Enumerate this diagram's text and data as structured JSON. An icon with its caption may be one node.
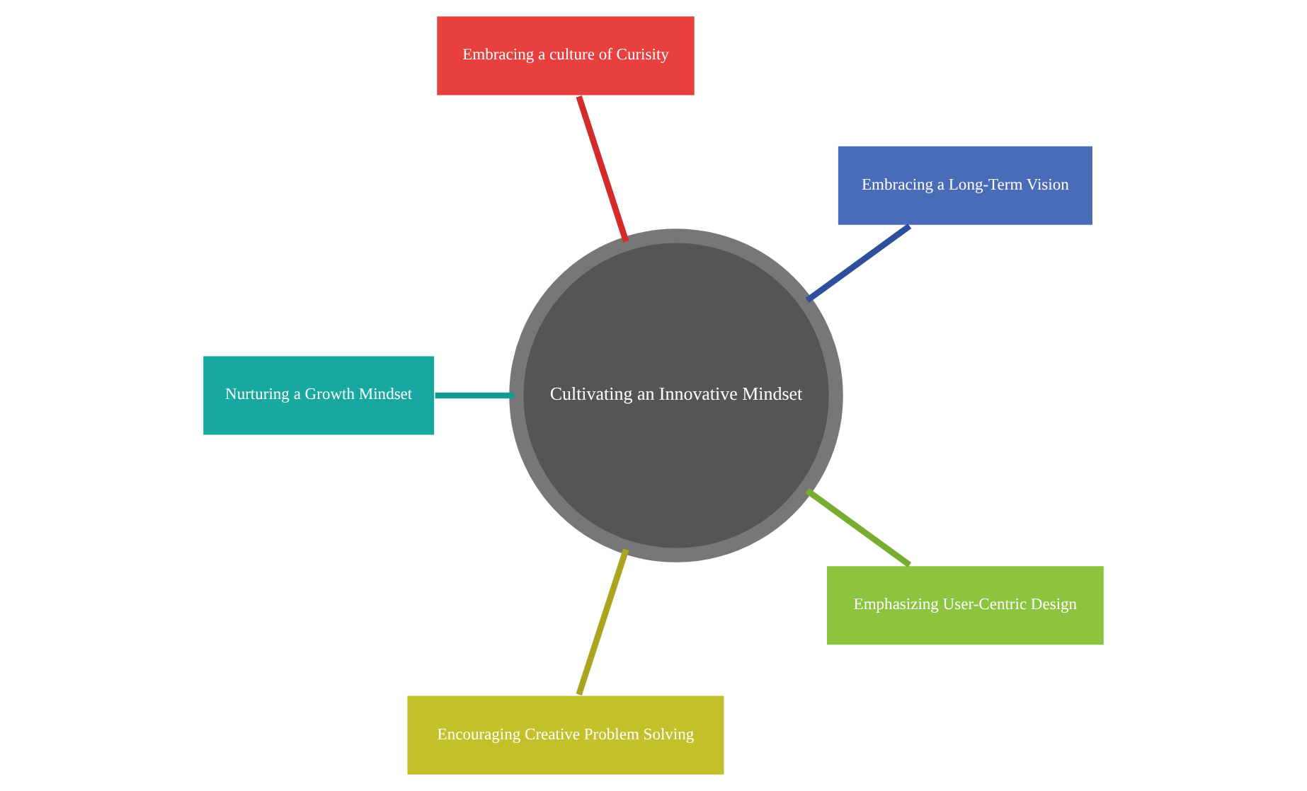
{
  "diagram": {
    "nodes": [
      {
        "text": [
          "Embracing a Long-Term Vision"
        ]
      },
      {
        "text": [
          "Embracing a culture of Curisity"
        ]
      },
      {
        "text": [
          "Cultivating an Innovative Mindset"
        ]
      },
      {
        "text": [
          "Nurturing a Growth Mindset"
        ]
      },
      {
        "text": [
          "Encouraging Creative Problem Solving"
        ]
      },
      {
        "text": [
          "Emphasizing User-Centric Design"
        ]
      }
    ],
    "edges": [
      {
        "from": 2,
        "to": 0,
        "arrow": "none",
        "color": "#2f4f9a"
      },
      {
        "from": 2,
        "to": 1,
        "arrow": "none",
        "color": "#d42a2a"
      },
      {
        "from": 2,
        "to": 3,
        "arrow": "none",
        "color": "#139a93"
      },
      {
        "from": 2,
        "to": 4,
        "arrow": "none",
        "color": "#a9a51f"
      },
      {
        "from": 2,
        "to": 5,
        "arrow": "none",
        "color": "#79ad32"
      }
    ]
  }
}
